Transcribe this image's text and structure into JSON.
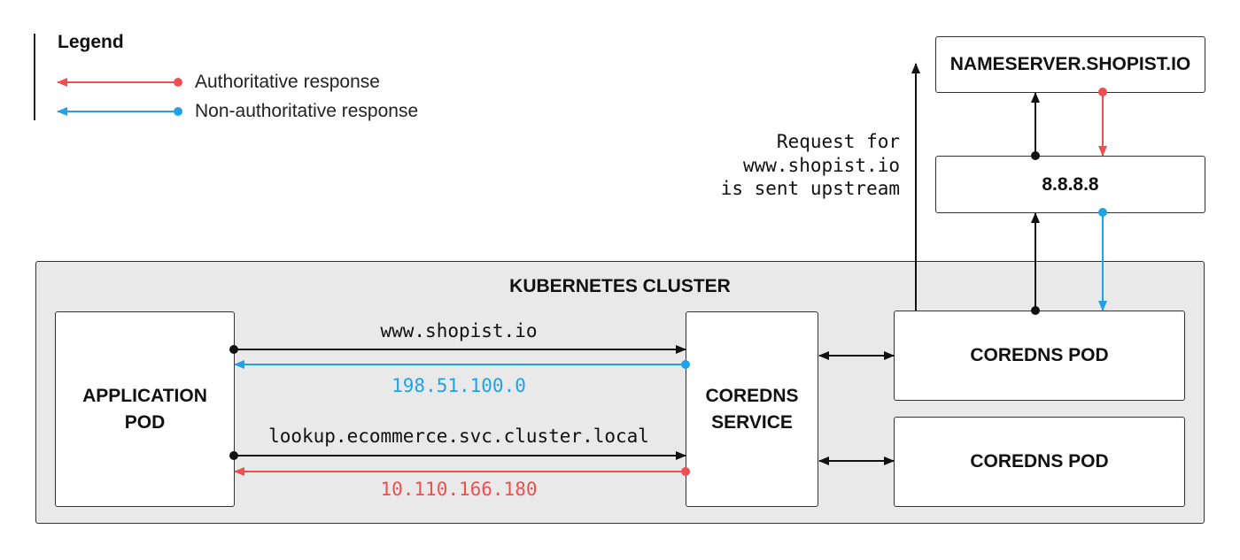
{
  "legend": {
    "title": "Legend",
    "items": [
      {
        "label": "Authoritative response",
        "color": "#ef4f4f"
      },
      {
        "label": "Non-authoritative response",
        "color": "#1fa3e6"
      }
    ]
  },
  "cluster": {
    "title": "KUBERNETES CLUSTER"
  },
  "nodes": {
    "nameserver": "NAMESERVER.SHOPIST.IO",
    "google_dns": "8.8.8.8",
    "application_pod": [
      "APPLICATION",
      "POD"
    ],
    "coredns_service": [
      "COREDNS",
      "SERVICE"
    ],
    "coredns_pod_1": "COREDNS POD",
    "coredns_pod_2": "COREDNS POD"
  },
  "edges": {
    "query_external": "www.shopist.io",
    "response_external": "198.51.100.0",
    "query_internal": "lookup.ecommerce.svc.cluster.local",
    "response_internal": "10.110.166.180"
  },
  "annotation": {
    "lines": [
      "Request for",
      "www.shopist.io",
      "is sent upstream"
    ]
  },
  "colors": {
    "authoritative": "#ef4f4f",
    "non_authoritative": "#1fa3e6",
    "default": "#111111"
  }
}
